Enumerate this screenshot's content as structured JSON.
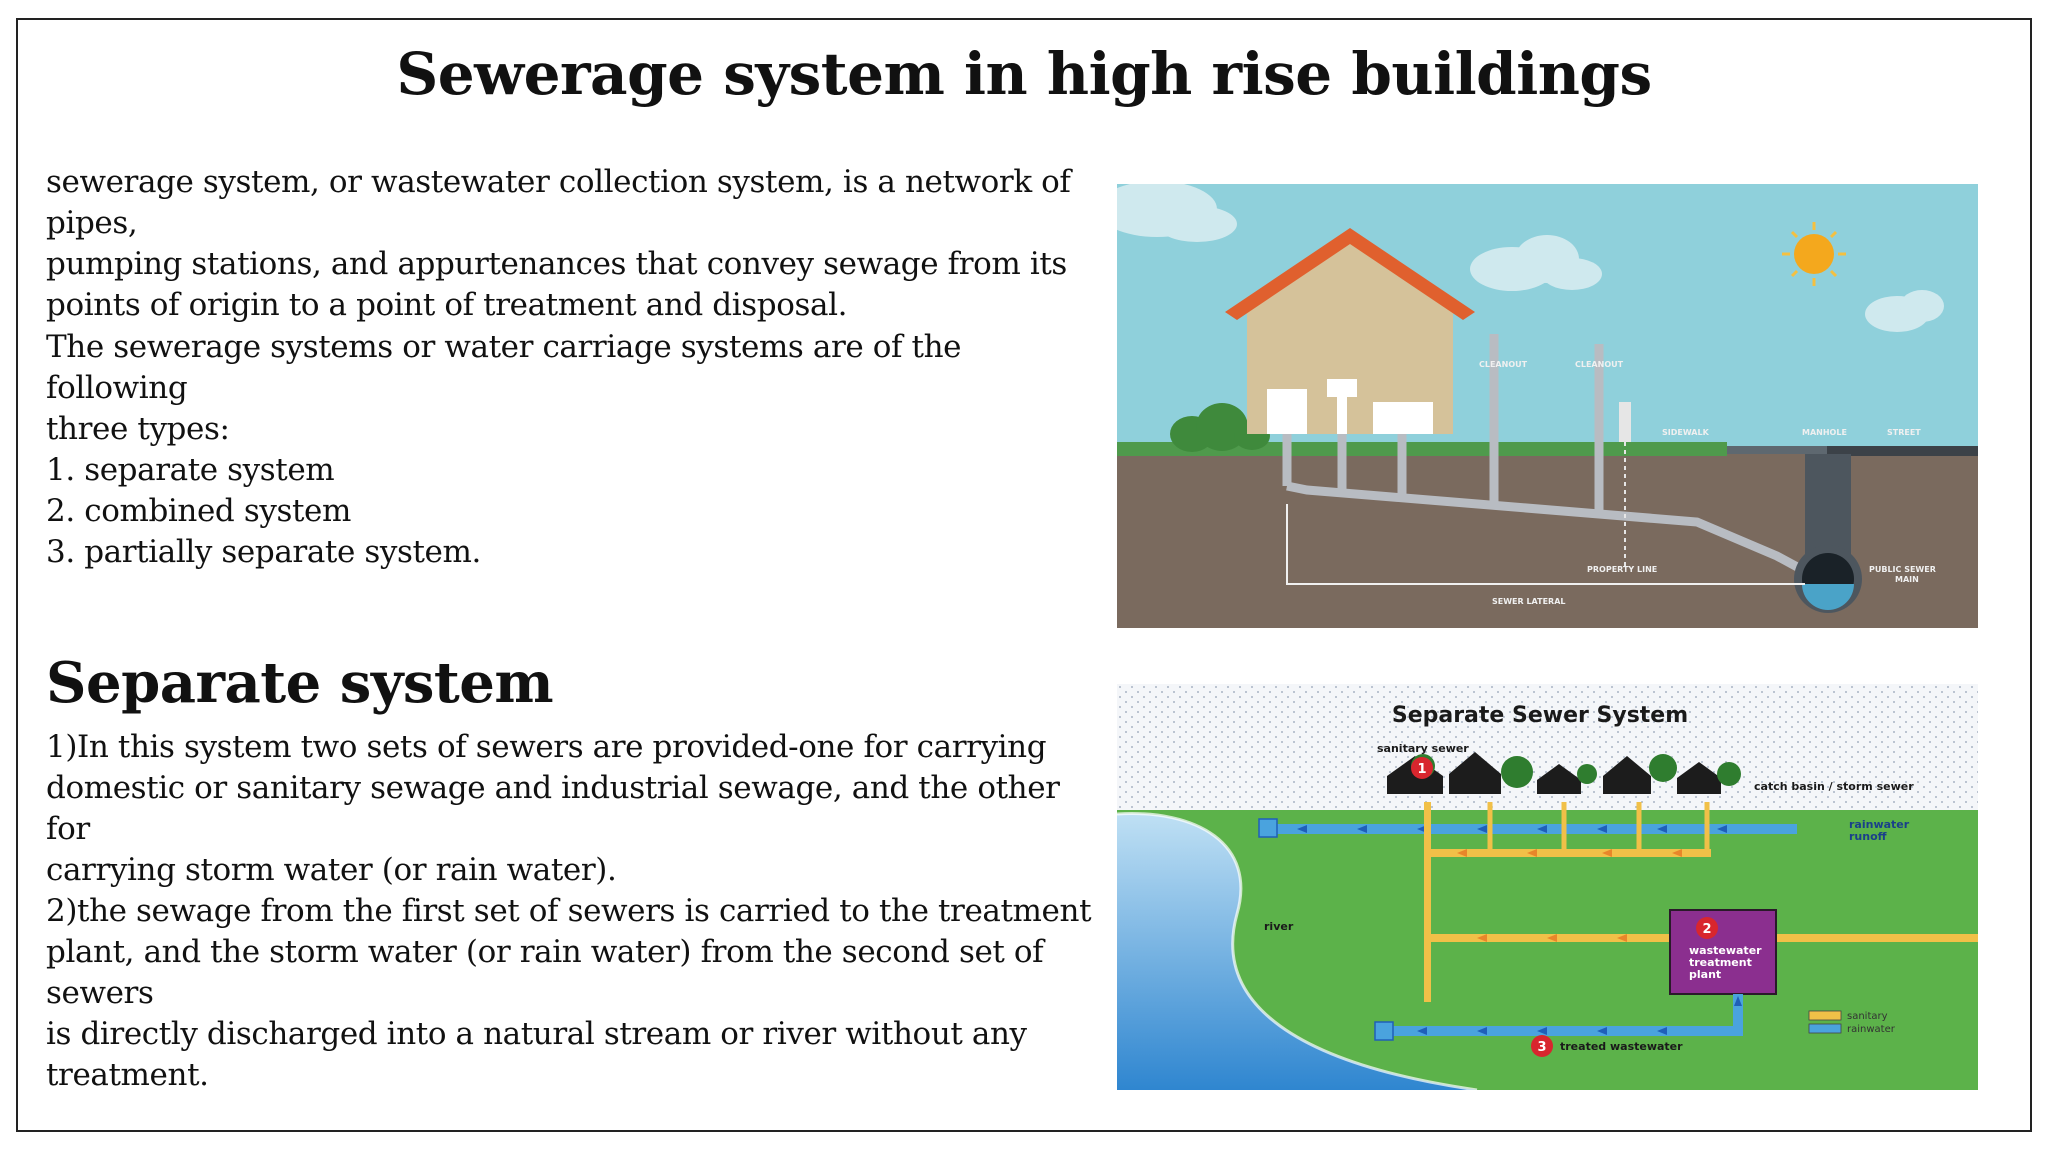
{
  "slide": {
    "title": "Sewerage system in high rise buildings",
    "intro_lines": [
      "sewerage system, or wastewater collection system, is a network of pipes,",
      "pumping stations, and appurtenances that convey sewage from its",
      "points of origin to a point of treatment and disposal."
    ],
    "types_lines": [
      "The sewerage systems or water carriage systems are of the following",
      "three types:",
      "1. separate system",
      "2. combined system",
      "3. partially separate system."
    ],
    "section_heading": "Separate system",
    "separate_lines": [
      "1)In this system two sets of sewers are provided-one for carrying",
      "domestic or sanitary sewage and industrial sewage, and the other for",
      "carrying storm water (or rain water).",
      "2)the sewage from the first set of sewers is carried to the treatment",
      "plant, and the storm water (or rain water) from the second set of sewers",
      "is directly discharged into a natural stream or river without any",
      "treatment."
    ]
  },
  "figure1": {
    "labels": {
      "cleanout_1": "CLEANOUT",
      "cleanout_2": "CLEANOUT",
      "sidewalk": "SIDEWALK",
      "manhole": "MANHOLE",
      "street": "STREET",
      "property_line": "PROPERTY LINE",
      "public_sewer_main_1": "PUBLIC SEWER",
      "public_sewer_main_2": "MAIN",
      "sewer_lateral": "SEWER LATERAL"
    },
    "colors": {
      "sky": "#8fd0db",
      "ground": "#7a6a5e",
      "grass": "#4f9a4c",
      "roof": "#e0602e",
      "pipe": "#b8bcc2"
    }
  },
  "figure2": {
    "title": "Separate Sewer System",
    "labels": {
      "sanitary_sewer": "sanitary sewer",
      "catch_basin": "catch basin / storm sewer",
      "rainwater_runoff_1": "rainwater",
      "rainwater_runoff_2": "runoff",
      "river": "river",
      "wwtp_1": "wastewater",
      "wwtp_2": "treatment",
      "wwtp_3": "plant",
      "treated": "treated wastewater",
      "num_1": "1",
      "num_2": "2",
      "num_3": "3"
    },
    "legend": [
      {
        "label": "sanitary",
        "color": "#f1c048"
      },
      {
        "label": "rainwater",
        "color": "#4aa3de"
      }
    ],
    "colors": {
      "grass": "#5cb24a",
      "river": "#3b8fd6",
      "plant": "#8b2f8f",
      "marker": "#d8262e"
    }
  }
}
